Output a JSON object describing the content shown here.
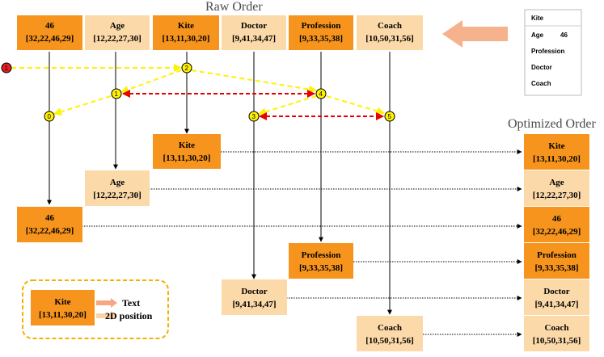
{
  "titles": {
    "raw": "Raw Order",
    "optimized": "Optimized Order"
  },
  "colors": {
    "dark_box": "#F7941D",
    "light_box": "#FCD9A8",
    "yellow_path": "#FFF200",
    "red_path": "#E60000",
    "start_node": "#E31E24",
    "big_arrow": "#F5B28C",
    "legend_border": "#F5B000",
    "legend_text_arrow": "#F5A882",
    "legend_pos_arrow": "#FAD3A6"
  },
  "raw_boxes": [
    {
      "label": "46",
      "bbox": "[32,22,46,29]",
      "tone": "dark"
    },
    {
      "label": "Age",
      "bbox": "[12,22,27,30]",
      "tone": "light"
    },
    {
      "label": "Kite",
      "bbox": "[13,11,30,20]",
      "tone": "dark"
    },
    {
      "label": "Doctor",
      "bbox": "[9,41,34,47]",
      "tone": "light"
    },
    {
      "label": "Profession",
      "bbox": "[9,33,35,38]",
      "tone": "dark"
    },
    {
      "label": "Coach",
      "bbox": "[10,50,31,56]",
      "tone": "light"
    }
  ],
  "mid_boxes": [
    {
      "label": "Kite",
      "bbox": "[13,11,30,20]",
      "tone": "dark"
    },
    {
      "label": "Age",
      "bbox": "[12,22,27,30]",
      "tone": "light"
    },
    {
      "label": "46",
      "bbox": "[32,22,46,29]",
      "tone": "dark"
    },
    {
      "label": "Profession",
      "bbox": "[9,33,35,38]",
      "tone": "dark"
    },
    {
      "label": "Doctor",
      "bbox": "[9,41,34,47]",
      "tone": "light"
    },
    {
      "label": "Coach",
      "bbox": "[10,50,31,56]",
      "tone": "light"
    }
  ],
  "optimized_boxes": [
    {
      "label": "Kite",
      "bbox": "[13,11,30,20]",
      "tone": "dark"
    },
    {
      "label": "Age",
      "bbox": "[12,22,27,30]",
      "tone": "light"
    },
    {
      "label": "46",
      "bbox": "[32,22,46,29]",
      "tone": "dark"
    },
    {
      "label": "Profession",
      "bbox": "[9,33,35,38]",
      "tone": "dark"
    },
    {
      "label": "Doctor",
      "bbox": "[9,41,34,47]",
      "tone": "light"
    },
    {
      "label": "Coach",
      "bbox": "[10,50,31,56]",
      "tone": "light"
    }
  ],
  "nodes": [
    "0",
    "1",
    "2",
    "3",
    "4",
    "5",
    "1"
  ],
  "panel": {
    "rows": [
      "Kite",
      "Age",
      "46",
      "Profession",
      "Doctor",
      "Coach"
    ]
  },
  "legend": {
    "box_label": "Kite",
    "box_bbox": "[13,11,30,20]",
    "text_label": "Text",
    "position_label": "2D position"
  }
}
